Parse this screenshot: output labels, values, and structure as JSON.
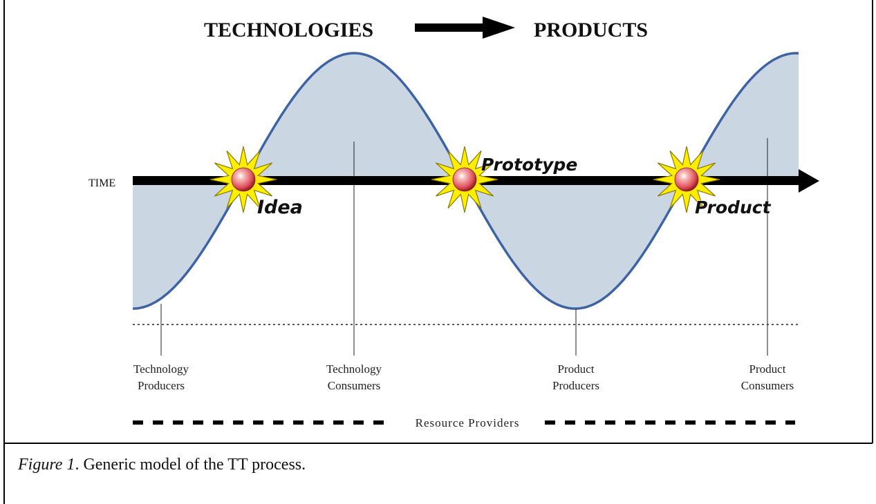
{
  "header": {
    "left": "TECHNOLOGIES",
    "right": "PRODUCTS"
  },
  "axis": {
    "time_label": "TIME"
  },
  "milestones": [
    {
      "label": "Idea"
    },
    {
      "label": "Prototype"
    },
    {
      "label": "Product"
    }
  ],
  "roles": [
    {
      "line1": "Technology",
      "line2": "Producers"
    },
    {
      "line1": "Technology",
      "line2": "Consumers"
    },
    {
      "line1": "Product",
      "line2": "Producers"
    },
    {
      "line1": "Product",
      "line2": "Consumers"
    }
  ],
  "resource_providers": "Resource Providers",
  "caption": {
    "figure_label": "Figure 1",
    "text": ". Generic model of the TT process."
  },
  "colors": {
    "wave_fill": "#cad6e1",
    "wave_stroke": "#3b63a5",
    "arrow": "#000000",
    "star_fill": "#ffee00",
    "star_stroke": "#8a7a00",
    "ball": "#e0505a"
  }
}
